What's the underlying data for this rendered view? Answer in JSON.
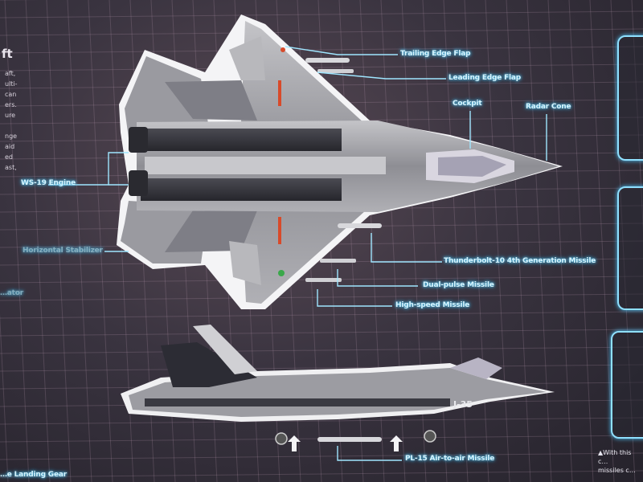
{
  "callouts": {
    "trailing_edge_flap": "Trailing Edge Flap",
    "leading_edge_flap": "Leading Edge Flap",
    "cockpit": "Cockpit",
    "radar_cone": "Radar Cone",
    "engine": "WS-19 Engine",
    "horizontal_stabilizer": "Horizontal Stabilizer",
    "thunderbolt_missile": "Thunderbolt-10 4th Generation Missile",
    "dual_pulse_missile": "Dual-pulse Missile",
    "high_speed_missile": "High-speed Missile",
    "pl15_missile": "PL-15 Air-to-air Missile",
    "left_partial": "…ator",
    "landing_gear": "…e Landing Gear"
  },
  "left_text": {
    "heading_fragment": "ft",
    "lines": [
      "aft,",
      "ulti-",
      "can",
      "ers.",
      "ure",
      "",
      "nge",
      "aid",
      "ed",
      "ast,"
    ]
  },
  "aircraft": {
    "side_marking": "J-35"
  },
  "right_note": {
    "line1": "▲With this c…",
    "line2": "missiles c…"
  },
  "colors": {
    "glow": "#8fe0ff",
    "red_marking": "#d84a2a",
    "body_light": "#a9a9ad",
    "body_dark": "#3a3a40"
  }
}
